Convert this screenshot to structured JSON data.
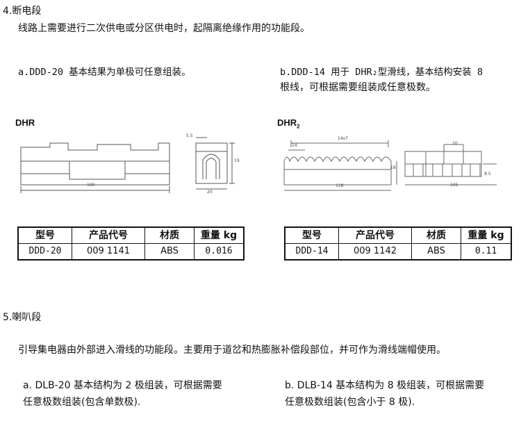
{
  "section4": {
    "heading": "4.断电段",
    "desc": "线路上需要进行二次供电或分区供电时，起隔离绝缘作用的功能段。",
    "a_text": "a.DDD-20 基本结果为单极可任意组装。",
    "b_line1": "b.DDD-14 用于 DHR₂型滑线，基本结构安装 8",
    "b_line2": "根线，可根据需要组装成任意极数。",
    "drawing_a": {
      "label": "DHR",
      "dim_length": "100",
      "dim_side_top": "5.5",
      "dim_side_height": "19",
      "dim_side_width": "20"
    },
    "drawing_b": {
      "label": "DHR",
      "label_sub": "2",
      "dim_pitch": "14x7",
      "dim_small": "14",
      "dim_length": "118",
      "dim_height": "18",
      "dim_right_top": "20",
      "dim_right_length": "105",
      "dim_right_h": "8.5"
    },
    "table_headers": [
      "型号",
      "产品代号",
      "材质",
      "重量 kg"
    ],
    "table_a_row": [
      "DDD-20",
      "009 1141",
      "ABS",
      "0.016"
    ],
    "table_b_row": [
      "DDD-14",
      "009 1142",
      "ABS",
      "0.11"
    ]
  },
  "section5": {
    "heading": "5.喇叭段",
    "desc": "引导集电器由外部进入滑线的功能段。主要用于道岔和热膨胀补偿段部位，并可作为滑线端帽使用。",
    "a_line1": "a. DLB-20 基本结构为 2 极组装，可根据需要",
    "a_line2": "任意极数组装(包含单数极).",
    "b_line1": "b. DLB-14 基本结构为 8 极组装，可根据需要",
    "b_line2": "任意极数组装(包含小于 8 极)."
  }
}
